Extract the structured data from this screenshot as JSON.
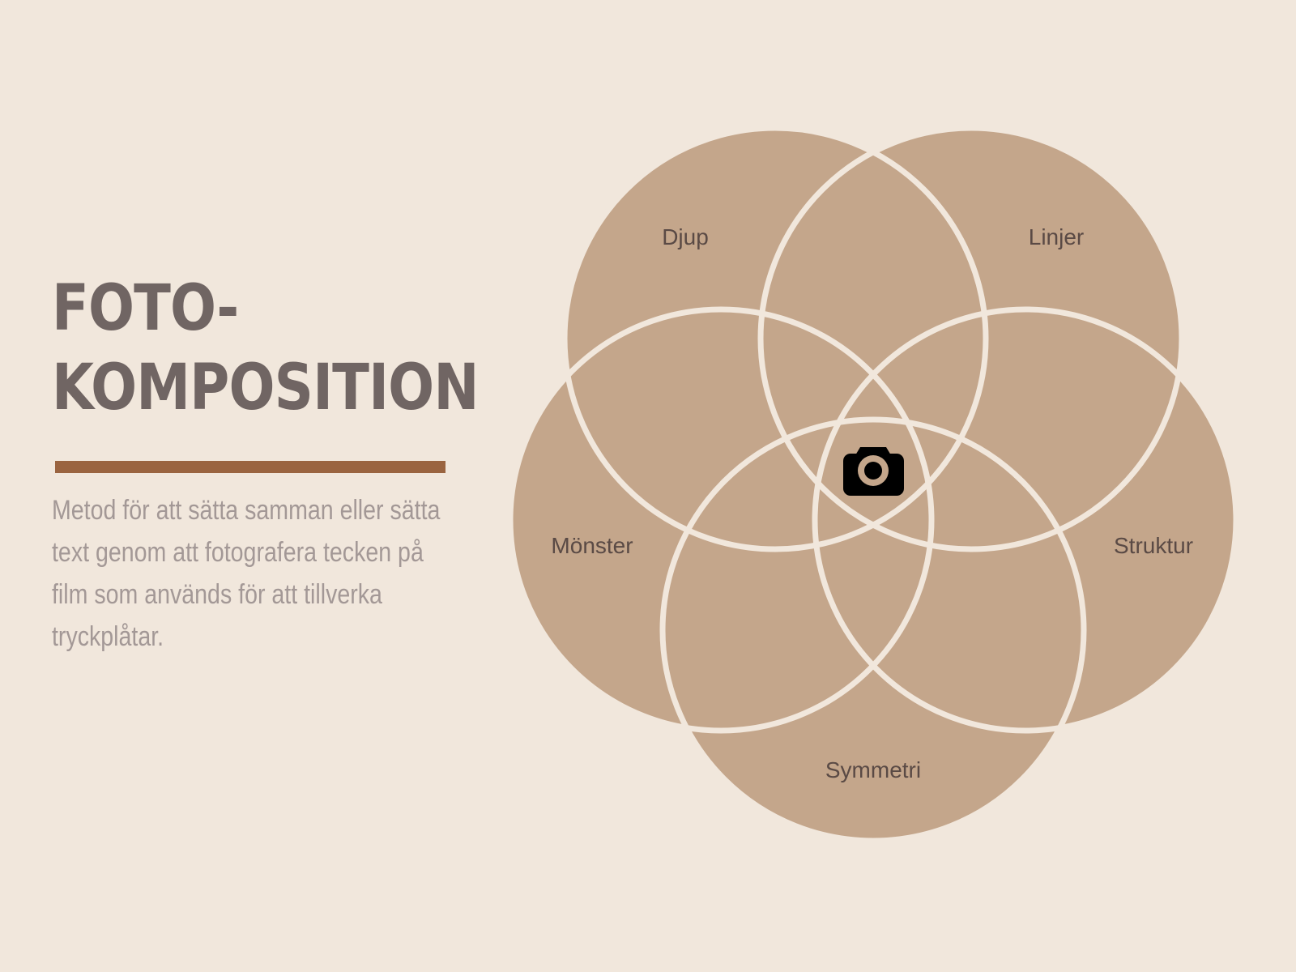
{
  "slide": {
    "title_lines": [
      "FOTO-",
      "KOMPOSITION"
    ],
    "description_lines": [
      "Metod för att sätta samman eller sätta",
      "text genom att fotografera tecken på",
      "film som används för att tillverka",
      "tryckplåtar."
    ]
  },
  "diagram": {
    "center_icon": "camera-icon",
    "circles": [
      {
        "label": "Djup"
      },
      {
        "label": "Linjer"
      },
      {
        "label": "Mönster"
      },
      {
        "label": "Struktur"
      },
      {
        "label": "Symmetri"
      }
    ]
  },
  "colors": {
    "background": "#f1e7dc",
    "circle_fill": "#c4a68b",
    "circle_stroke": "#f1e7dc",
    "title": "#706563",
    "accent_bar": "#9a6440",
    "description": "#a39896",
    "label": "#5a4a45",
    "icon": "#000000"
  }
}
